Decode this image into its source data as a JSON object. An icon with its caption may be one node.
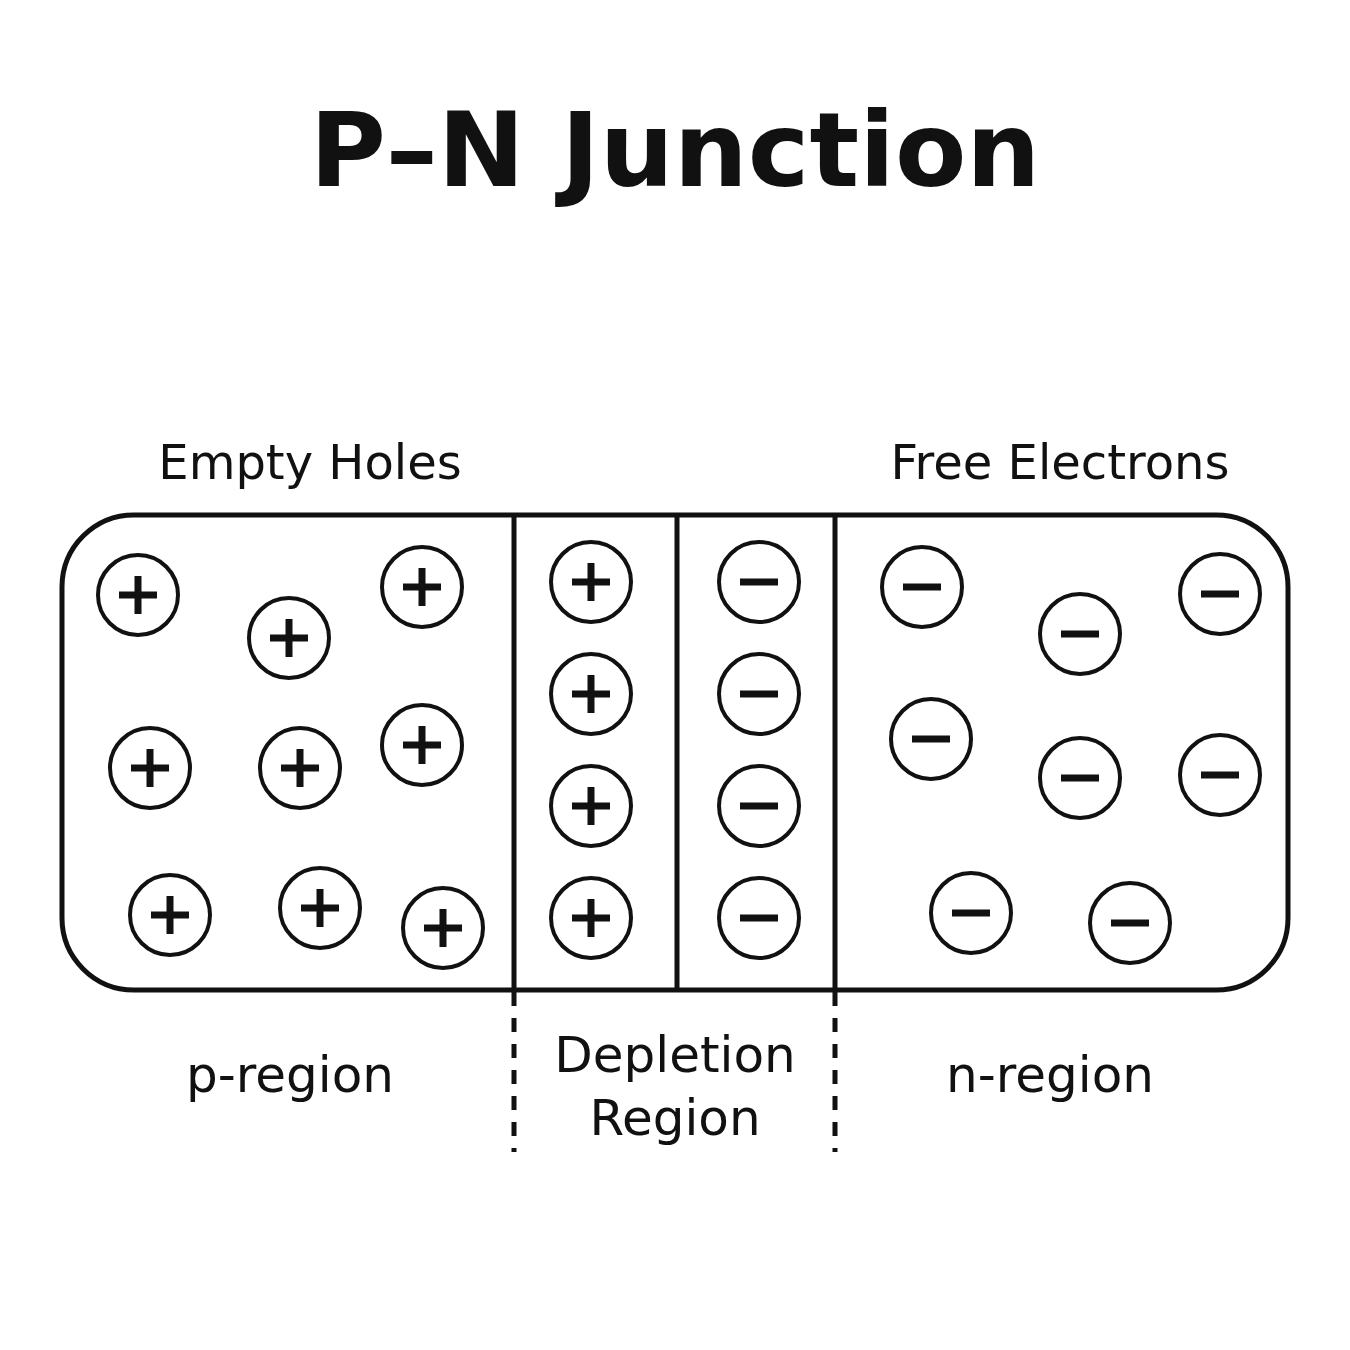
{
  "diagram": {
    "title": "P–N Junction",
    "labels": [
      "Empty Holes",
      "Free Electrons",
      "p-region",
      "Depletion Region",
      "n-region"
    ]
  }
}
